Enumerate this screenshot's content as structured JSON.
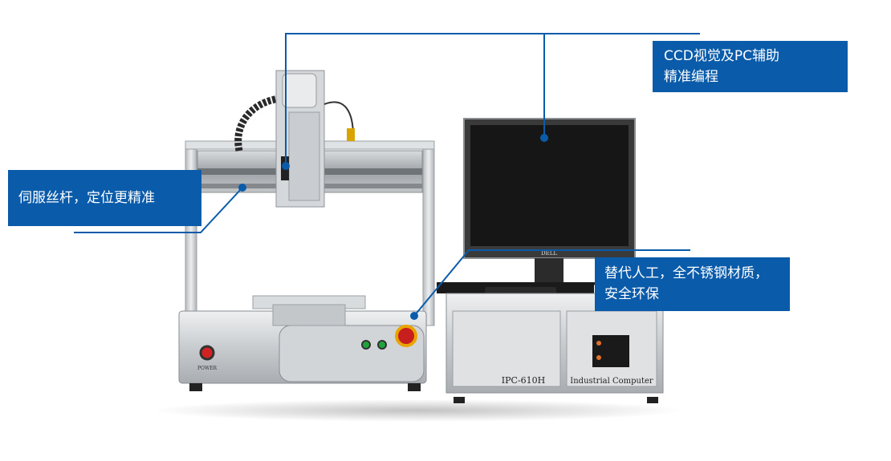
{
  "callouts": {
    "ccd": {
      "line1": "CCD视觉及PC辅助",
      "line2": "精准编程"
    },
    "servo": {
      "line1": "伺服丝杆，定位更精准"
    },
    "replace": {
      "line1": "替代人工，全不锈钢材质，",
      "line2": "安全环保"
    }
  },
  "device_labels": {
    "monitor_brand": "DELL",
    "pc_model": "IPC-610H",
    "pc_name": "Industrial Computer",
    "power_label": "POWER"
  },
  "colors": {
    "callout_bg": "#0a5cab",
    "line": "#0a5cab"
  }
}
